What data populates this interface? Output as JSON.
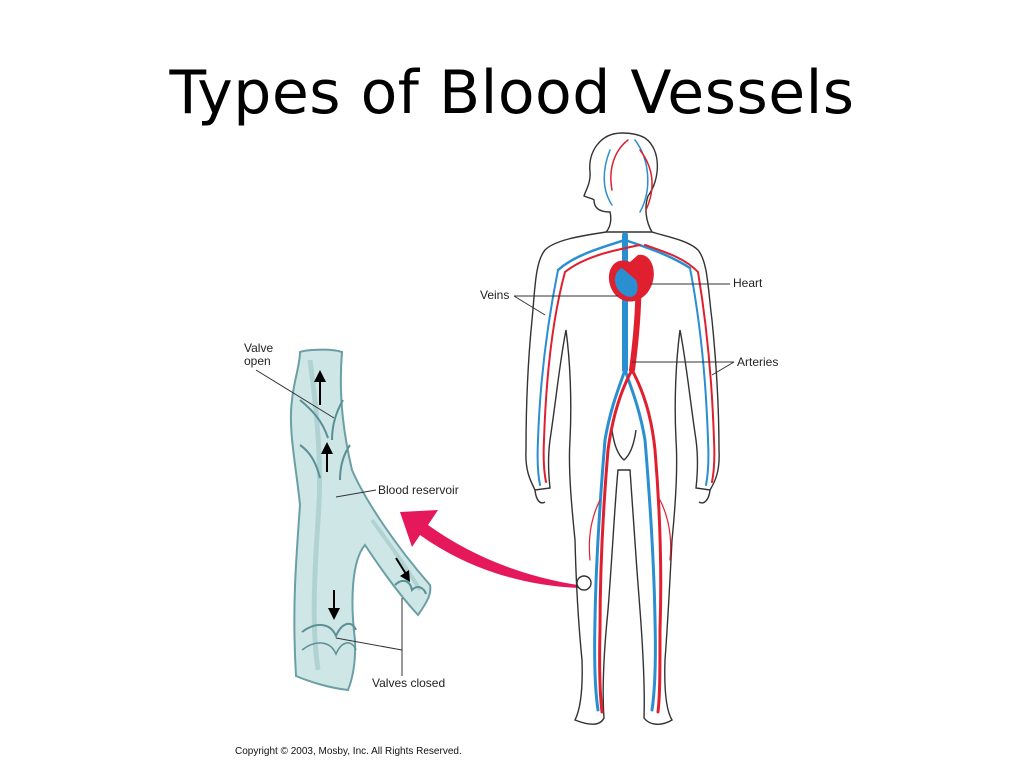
{
  "slide": {
    "title": "Types of Blood Vessels",
    "copyright": "Copyright © 2003, Mosby, Inc. All Rights Reserved."
  },
  "labels": {
    "valve_open": "Valve\nopen",
    "blood_reservoir": "Blood reservoir",
    "valves_closed": "Valves closed",
    "veins": "Veins",
    "heart": "Heart",
    "arteries": "Arteries"
  },
  "colors": {
    "artery": "#e0202e",
    "vein": "#2a8fd0",
    "vessel_fill": "#cfe6e6",
    "vessel_edge": "#6a9fa6",
    "pointer": "#e4185a"
  }
}
